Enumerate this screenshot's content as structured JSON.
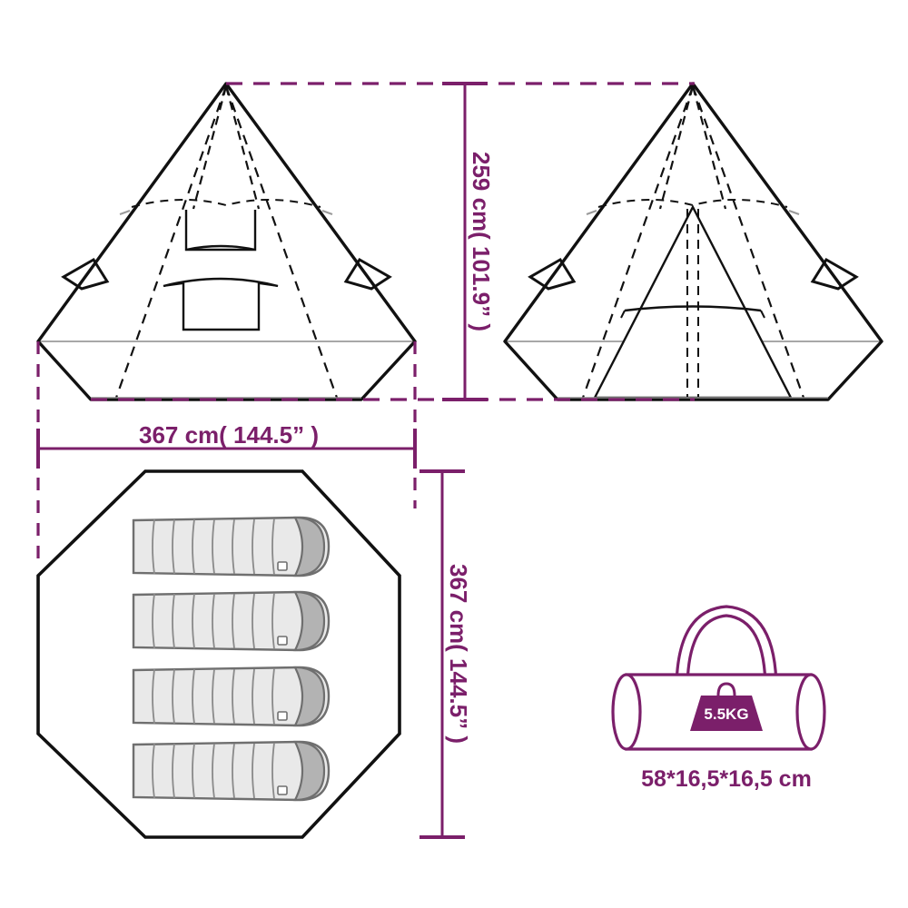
{
  "diagram": {
    "title": "Teepee tent dimension drawing",
    "background_color": "#ffffff",
    "line_color": "#111111",
    "dimension_color": "#7B1F6A",
    "bag_fill": "#e9e9e9",
    "hood_fill": "#b3b3b3"
  },
  "views": {
    "front_elevation": {
      "name": "front-view",
      "description": "Teepee tent front elevation with window and door flap"
    },
    "rear_elevation": {
      "name": "rear-view",
      "description": "Teepee tent rear elevation with closed door flap"
    },
    "floor_plan": {
      "name": "floor-plan",
      "description": "Octagonal floor plan with four sleeping bags",
      "sleeping_bag_count": 4,
      "sleeping_bag_segments": 8
    }
  },
  "dimensions": {
    "height": {
      "label": "259 cm( 101.9”  )",
      "value_cm": 259,
      "value_in": 101.9,
      "orientation": "vertical"
    },
    "width": {
      "label": "367 cm( 144.5”  )",
      "value_cm": 367,
      "value_in": 144.5,
      "orientation": "horizontal"
    },
    "depth": {
      "label": "367 cm( 144.5”  )",
      "value_cm": 367,
      "value_in": 144.5,
      "orientation": "vertical"
    }
  },
  "carry_bag": {
    "weight_label": "5.5KG",
    "size_label": "58*16,5*16,5 cm",
    "shape": "cylindrical duffel with handles"
  }
}
